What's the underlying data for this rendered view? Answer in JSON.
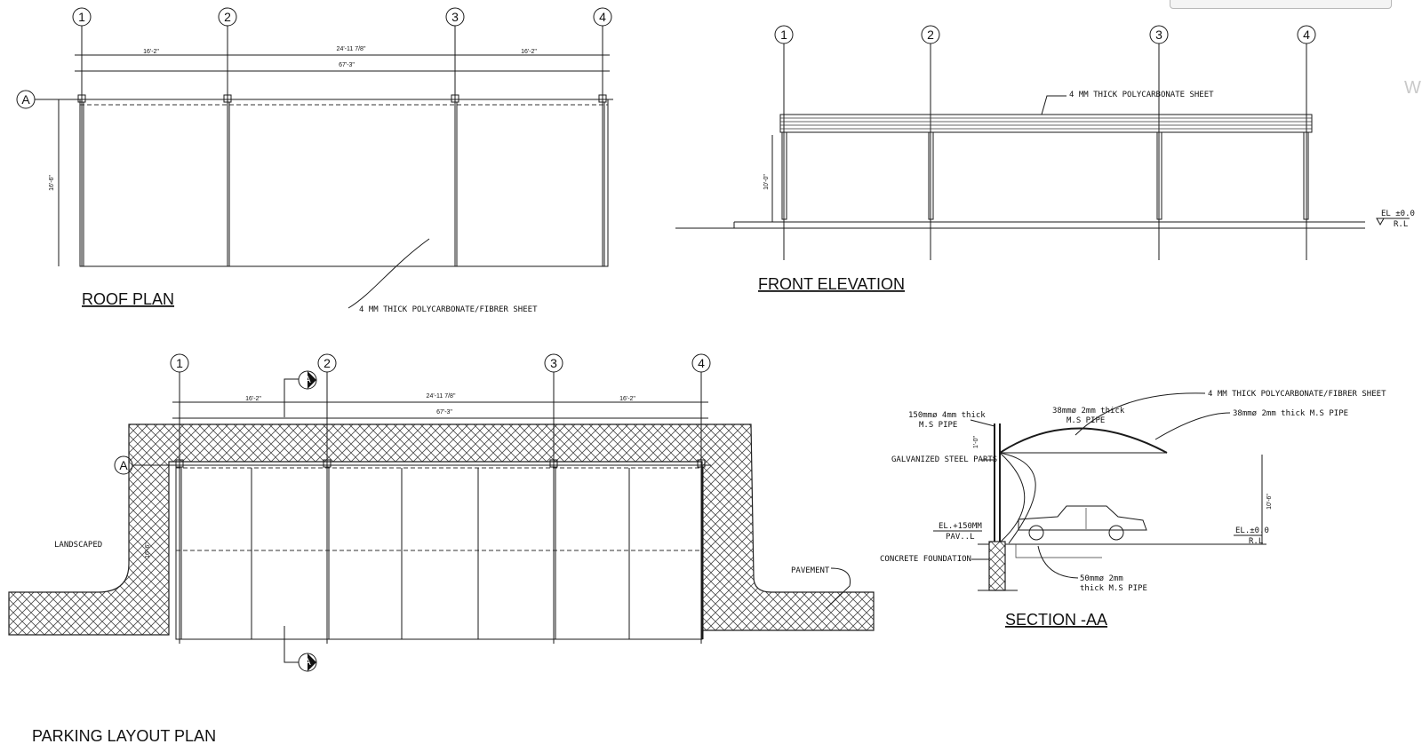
{
  "titles": {
    "roof_plan": "ROOF PLAN",
    "front_elevation": "FRONT ELEVATION",
    "parking_layout_plan": "PARKING LAYOUT PLAN",
    "section_aa": "SECTION -AA"
  },
  "grid_labels": [
    "1",
    "2",
    "3",
    "4"
  ],
  "grid_row_label": "A",
  "section_marker": "A",
  "dimensions": {
    "bay_left": "16'-2\"",
    "bay_middle": "24'-11 7/8\"",
    "bay_right": "16'-2\"",
    "overall": "67'-3\"",
    "depth": "16'-6\"",
    "column_height": "10'-0\"",
    "section_height": "10'-6\"",
    "post_top": "1'-0\""
  },
  "notes": {
    "roof_sheet": "4 MM THICK  POLYCARBONATE/FIBRER SHEET",
    "elevation_sheet": "4 MM THICK  POLYCARBONATE SHEET",
    "el_level": "EL ±0.0",
    "rl": "R.L",
    "landscaped": "LANDSCAPED",
    "pavement": "PAVEMENT",
    "section_sheet": "4 MM THICK  POLYCARBONATE/FIBRER SHEET",
    "pipe_150_a": "150mmø 4mm thick",
    "pipe_150_b": "M.S PIPE",
    "pipe_38_a": "38mmø 2mm thick",
    "pipe_38_b": "M.S PIPE",
    "pipe_38_side": "38mmø 2mm thick M.S PIPE",
    "galvanized": "GALVANIZED STEEL PARTS",
    "el_150": "EL.+150MM",
    "pav_l": "PAV..L",
    "concrete": "CONCRETE FOUNDATION",
    "pipe_50_a": "50mmø 2mm",
    "pipe_50_b": "thick M.S PIPE",
    "el_section": "EL.±0.0",
    "rl_section": "R.L"
  },
  "partial_watermark": "W"
}
